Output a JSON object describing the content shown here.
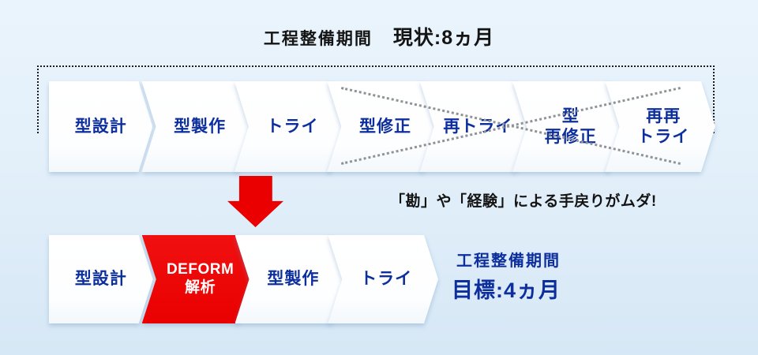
{
  "colors": {
    "background_top": "#eaf4fc",
    "background_bottom": "#d6e7f5",
    "navy_text": "#0d2f9e",
    "accent_red": "#ea0000",
    "dark_text": "#141414",
    "strike_gray": "#8f9297"
  },
  "header": {
    "label": "工程整備期間",
    "value": "現状:8ヵ月"
  },
  "current_flow": {
    "steps": [
      {
        "label": "型設計",
        "crossed": false
      },
      {
        "label": "型製作",
        "crossed": false
      },
      {
        "label": "トライ",
        "crossed": false
      },
      {
        "label": "型修正",
        "crossed": true
      },
      {
        "label": "再トライ",
        "crossed": true
      },
      {
        "label": "型\n再修正",
        "crossed": true
      },
      {
        "label": "再再\nトライ",
        "crossed": true
      }
    ]
  },
  "note": {
    "text": "「勘」や「経験」による手戻りがムダ!"
  },
  "improved_flow": {
    "steps": [
      {
        "label": "型設計",
        "highlight": false
      },
      {
        "label": "DEFORM\n解析",
        "highlight": true
      },
      {
        "label": "型製作",
        "highlight": false
      },
      {
        "label": "トライ",
        "highlight": false
      }
    ]
  },
  "target": {
    "label": "工程整備期間",
    "value": "目標:4ヵ月"
  }
}
